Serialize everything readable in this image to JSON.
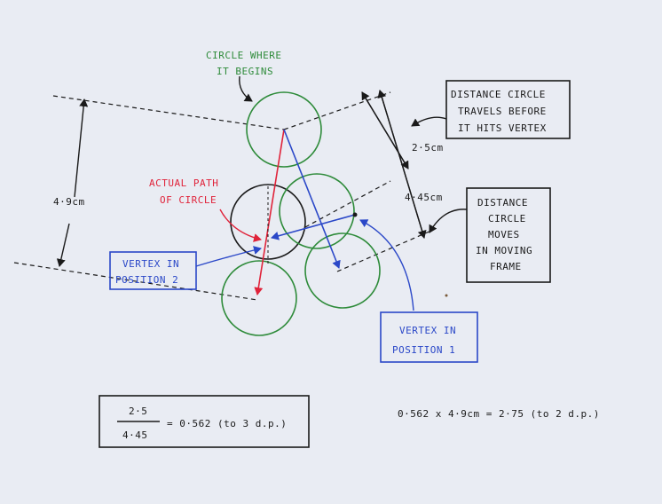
{
  "labels": {
    "circle_begins": [
      "CIRCLE WHERE",
      "IT BEGINS"
    ],
    "actual_path": [
      "ACTUAL PATH",
      "OF CIRCLE"
    ],
    "distance_travels": [
      "DISTANCE  CIRCLE",
      "TRAVELS BEFORE",
      "IT HITS VERTEX"
    ],
    "distance_moving": [
      "DISTANCE",
      "CIRCLE",
      "MOVES",
      "IN MOVING",
      "FRAME"
    ],
    "vertex_pos2": [
      "VERTEX IN",
      "POSITION 2"
    ],
    "vertex_pos1": [
      "VERTEX IN",
      "POSITION 1"
    ],
    "dim_left": "4·9cm",
    "dim_short": "2·5cm",
    "dim_long": "4·45cm"
  },
  "equations": {
    "fraction_num": "2·5",
    "fraction_den": "4·45",
    "fraction_result": "= 0·562 (to 3 d.p.)",
    "right_eq": "0·562 x 4·9cm = 2·75 (to 2 d.p.)"
  },
  "colors": {
    "paper": "#e9ecf3",
    "ink": "#1a1a1a",
    "green": "#2e8b3a",
    "red": "#e0233a",
    "blue": "#2b48c8"
  }
}
